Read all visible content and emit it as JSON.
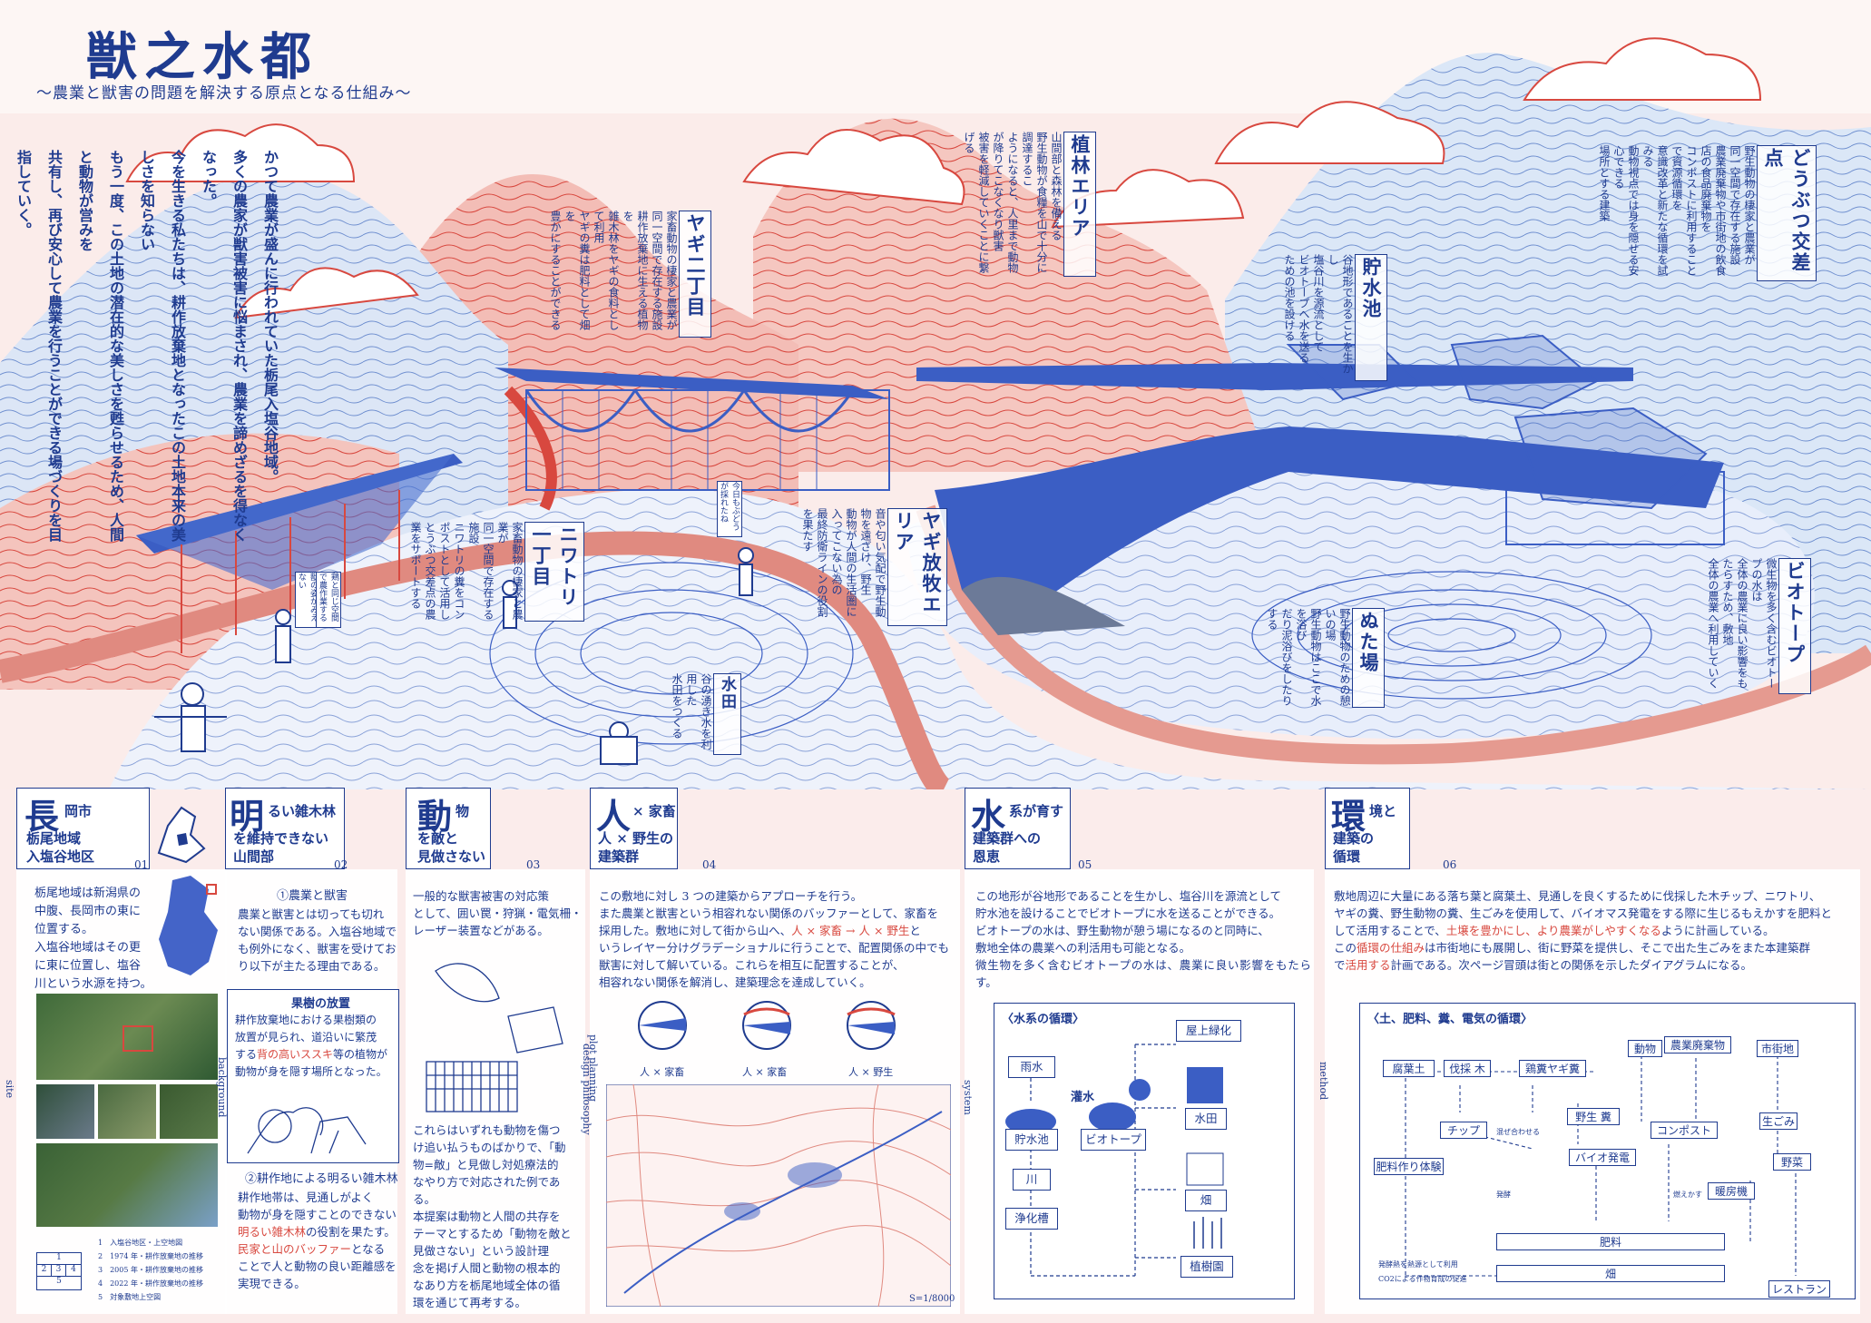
{
  "title": "獣之水都",
  "subtitle": "〜農業と獣害の問題を解決する原点となる仕組み〜",
  "intro_lines": [
    "かつて農業が盛んに行われていた栃尾入塩谷地域。",
    "多くの農家が獣害被害に悩まされ、農業を諦めざるを得なくなった。",
    "今を生きる私たちは、耕作放棄地となったこの土地本来の美しさを知らない",
    "もう一度、この土地の潜在的な美しさを甦らせるため、人間と動物が営みを",
    "共有し、再び安心して農業を行うことができる場づくりを目指していく。"
  ],
  "labels": {
    "shokurin": {
      "head": "植林エリア",
      "body": [
        "山間部と森林を備える",
        "野生動物が食糧を山で十分に調達するこ",
        "ようになると、人里まで動物が降りてこなくなり獣害",
        "被害を軽減していくことに繋げる"
      ]
    },
    "yagi2": {
      "head": "ヤギ二丁目",
      "body": [
        "家畜動物の棲家と農業が",
        "同一空間で存在する施設",
        "耕作放棄地に生える植物を",
        "雑木林をヤギの食料として利用",
        "ヤギの糞は肥料として畑を",
        "豊かにすることができる"
      ]
    },
    "chosuichi": {
      "head": "貯水池",
      "body": [
        "谷地形であることを生かし",
        "塩谷川を源流として",
        "ビオトープへ水を送る",
        "ための池を設ける"
      ]
    },
    "doubutsu": {
      "head": "どうぶつ交差点",
      "body": [
        "野生動物の棲家と農業が",
        "同一空間で存在する施設",
        "農業廃棄物や市街地の飲食店の食品廃棄物を",
        "コンポストに利用することで資源循環を",
        "意識改革と新たな循環を試みる",
        "動物視点では身を隠せる安心できる",
        "場所とする建築"
      ]
    },
    "yagihouboku": {
      "head": "ヤギ放牧エリア",
      "body": [
        "音や匂い気配で野生動物を遠ざけ、野生",
        "動物が人間の生活圏に入ってこない為の",
        "最終防衛ラインの役割を果たす"
      ]
    },
    "niwatori": {
      "head": "ニワトリ一丁目",
      "body": [
        "家畜動物の棲家と農業が",
        "同一空間で存在する施設",
        "ニワトリの糞をコンポストとして活用し",
        "とうぶつ交差点の農業をサポートする"
      ]
    },
    "nutaba": {
      "head": "ぬた場",
      "body": [
        "野生動物のための憩いの場",
        "野生動物はここで水を浴び",
        "だり泥浴びをしたりする"
      ]
    },
    "biotope": {
      "head": "ビオトープ",
      "body": [
        "微生物を多く含むビオトープの水は",
        "全体の農業に良い影響をもたらすため、敷地",
        "全体の農業へ利用していく"
      ]
    },
    "suiden": {
      "head": "水田",
      "body": [
        "谷の湧き水を利用した",
        "水田をつくる"
      ]
    }
  },
  "scene_notes": [
    "獣の姿がみえない",
    "今日もぶどうが",
    "採れたね",
    "鶏と同じ空間で",
    "農作業する"
  ],
  "panels": [
    {
      "big": "長",
      "small": "岡市",
      "line2": "栃尾地域",
      "line3": "入塩谷地区",
      "num": "01"
    },
    {
      "big": "明",
      "small": "るい雑木林",
      "line2": "を維持できない",
      "line3": "山間部",
      "num": "02"
    },
    {
      "big": "動",
      "small": "物",
      "line2": "を敵と",
      "line3": "見做さない",
      "num": "03"
    },
    {
      "big": "人",
      "small": "× 家畜",
      "line2": "人 × 野生の",
      "line3": "建築群",
      "num": "04"
    },
    {
      "big": "水",
      "small": "系が育す",
      "line2": "建築群への",
      "line3": "恩恵",
      "num": "05"
    },
    {
      "big": "環",
      "small": "境と",
      "line2": "建築の",
      "line3": "循環",
      "num": "06"
    }
  ],
  "p01": {
    "text": [
      "栃尾地域は新潟県の",
      "中腹、長岡市の東に",
      "位置する。",
      "入塩谷地域はその更",
      "に東に位置し、塩谷",
      "川という水源を持つ。"
    ],
    "legend": [
      "1　入塩谷地区・上空地図",
      "2　1974 年・耕作放棄地の推移",
      "3　2005 年・耕作放棄地の推移",
      "4　2022 年・耕作放棄地の推移",
      "5　対象敷地上空図"
    ],
    "grid": [
      "1",
      "2",
      "3",
      "4",
      "5"
    ]
  },
  "p02": {
    "h1": "①農業と獣害",
    "t1": [
      "農業と獣害とは切っても切れ",
      "ない関係である。入塩谷地域で",
      "も例外になく、獣害を受けてお",
      "り以下が主たる理由である。"
    ],
    "boxhead": "果樹の放置",
    "box": [
      "耕作放棄地における果樹類の",
      "放置が見られ、道沿いに繁茂",
      "する",
      "等の植物が",
      "動物が身を隠す場所となった。"
    ],
    "box_red": "背の高いススキ",
    "h2": "②耕作地による明るい雑木林",
    "t2": [
      "耕作地帯は、見通しがよく",
      "動物が身を隠すことのできない",
      "の役割を果たす。",
      "となる",
      "ことで人と動物の良い距離感を",
      "実現できる。"
    ],
    "t2_red1": "明るい雑木林",
    "t2_red2": "民家と山のバッファー"
  },
  "p03": {
    "t1": [
      "一般的な獣害被害の対応策",
      "として、囲い罠・狩猟・電気柵・",
      "レーザー装置などがある。"
    ],
    "t2": [
      "これらはいずれも動物を傷つ",
      "け追い払うものばかりで、「動",
      "物=敵」と見做し対処療法的",
      "なやり方で対応された例であ",
      "る。",
      "本提案は動物と人間の共存を",
      "テーマとするため「動物を敵と",
      "見做さない」という設計理",
      "念を掲げ人間と動物の根本的",
      "なあり方を栃尾地域全体の循",
      "環を通じて再考する。"
    ]
  },
  "p04": {
    "text": [
      "この敷地に対し 3 つの建築からアプローチを行う。",
      "また農業と獣害という相容れない関係のバッファーとして、家畜を",
      "採用した。敷地に対して街から山へ、",
      "と",
      "いうレイヤー分けグラデーショナルに行うことで、配置関係の中でも",
      "獣害に対して解いている。これらを相互に配置することが、",
      "相容れない関係を解消し、建築理念を達成していく。"
    ],
    "red": "人 × 家畜 → 人 × 野生",
    "icons": [
      "人 × 家畜",
      "人 × 家畜",
      "人 × 野生"
    ],
    "scale": "S=1/8000"
  },
  "p05": {
    "text": [
      "この地形が谷地形であることを生かし、塩谷川を源流として",
      "貯水池を設けることでビオトープに水を送ることができる。",
      "ビオトープの水は、野生動物が憩う場になるのと同時に、",
      "敷地全体の農業への利活用も可能となる。",
      "微生物を多く含むビオトープの水は、農業に良い影響をもたらす。"
    ],
    "diagram_title": "〈水系の循環〉",
    "nodes": [
      "雨水",
      "貯水池",
      "ビオトープ",
      "川",
      "浄化槽",
      "屋上緑化",
      "水田",
      "畑",
      "植樹園"
    ],
    "arrow": "灌水"
  },
  "p06": {
    "text": [
      "敷地周辺に大量にある落ち葉と腐葉土、見通しを良くするために伐採した木チップ、ニワトリ、",
      "ヤギの糞、野生動物の糞、生ごみを使用して、バイオマス発電をする際に生じるもえかすを肥料と",
      "して活用することで、",
      "ように計画している。",
      "この",
      "は市街地にも展開し、街に野菜を提供し、そこで出た生ごみをまた本建築群",
      "で",
      "計画である。次ページ冒頭は街との関係を示したダイアグラムになる。"
    ],
    "red1": "土壌を豊かにし、より農業がしやすくなる",
    "red2": "循環の仕組み",
    "red3": "活用する",
    "diagram_title": "〈土、肥料、糞、電気の循環〉",
    "nodes": [
      "腐葉土",
      "伐採 木",
      "鶏糞ヤギ糞",
      "動物",
      "農業廃棄物",
      "市街地",
      "チップ",
      "野生 糞",
      "コンポスト",
      "生ごみ",
      "バイオ発電",
      "野菜",
      "肥料作り体験",
      "暖房機",
      "肥料",
      "畑",
      "レストラン"
    ],
    "notes": [
      "混ぜ合わせる",
      "発酵",
      "燃えかす",
      "発酵熱を熱源として利用",
      "CO2による作物育成の促進"
    ]
  },
  "side_labels": [
    "site",
    "background",
    "design philosophy",
    "plot planning",
    "system",
    "method"
  ],
  "colors": {
    "navy": "#1f3b8f",
    "red": "#d8483f",
    "pink": "#f4bcb5",
    "sky": "#d7e4f5"
  }
}
